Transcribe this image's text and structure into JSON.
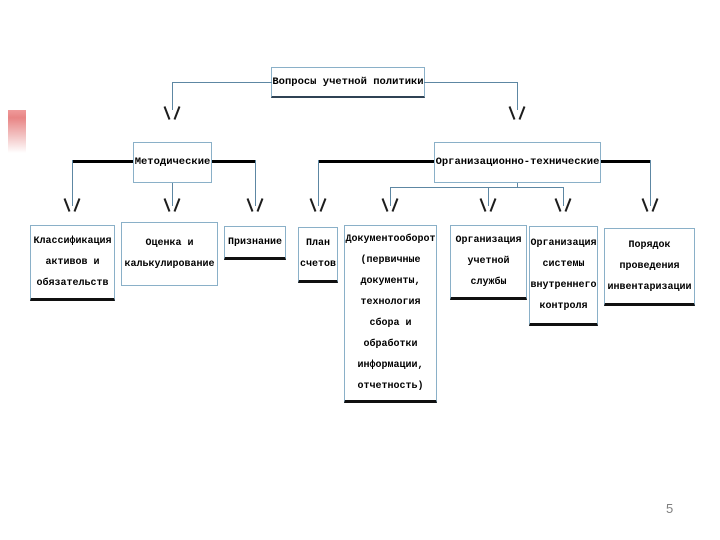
{
  "slide": {
    "page_number": "5"
  },
  "diagram": {
    "root": {
      "label": "Вопросы учетной политики"
    },
    "branches": [
      {
        "label": "Методические"
      },
      {
        "label": "Организационно-технические"
      }
    ],
    "leaves": [
      {
        "label": "Классификация\nактивов и\nобязательств"
      },
      {
        "label": "Оценка и\nкалькулирование"
      },
      {
        "label": "Признание"
      },
      {
        "label": "План\nсчетов"
      },
      {
        "label": "Документооборот\n(первичные\nдокументы,\nтехнология\nсбора и\nобработки\nинформации,\nотчетность)"
      },
      {
        "label": "Организация\nучетной\nслужбы"
      },
      {
        "label": "Организация\nсистемы\nвнутреннего\nконтроля"
      },
      {
        "label": "Порядок\nпроведения\nинвентаризации"
      }
    ]
  },
  "colors": {
    "connector_thin": "#5d87a3",
    "connector_trunk": "#000000",
    "box_border": "#8ab0c8",
    "accent_pink": "#e88585",
    "page_number_gray": "#7f7f7f"
  }
}
